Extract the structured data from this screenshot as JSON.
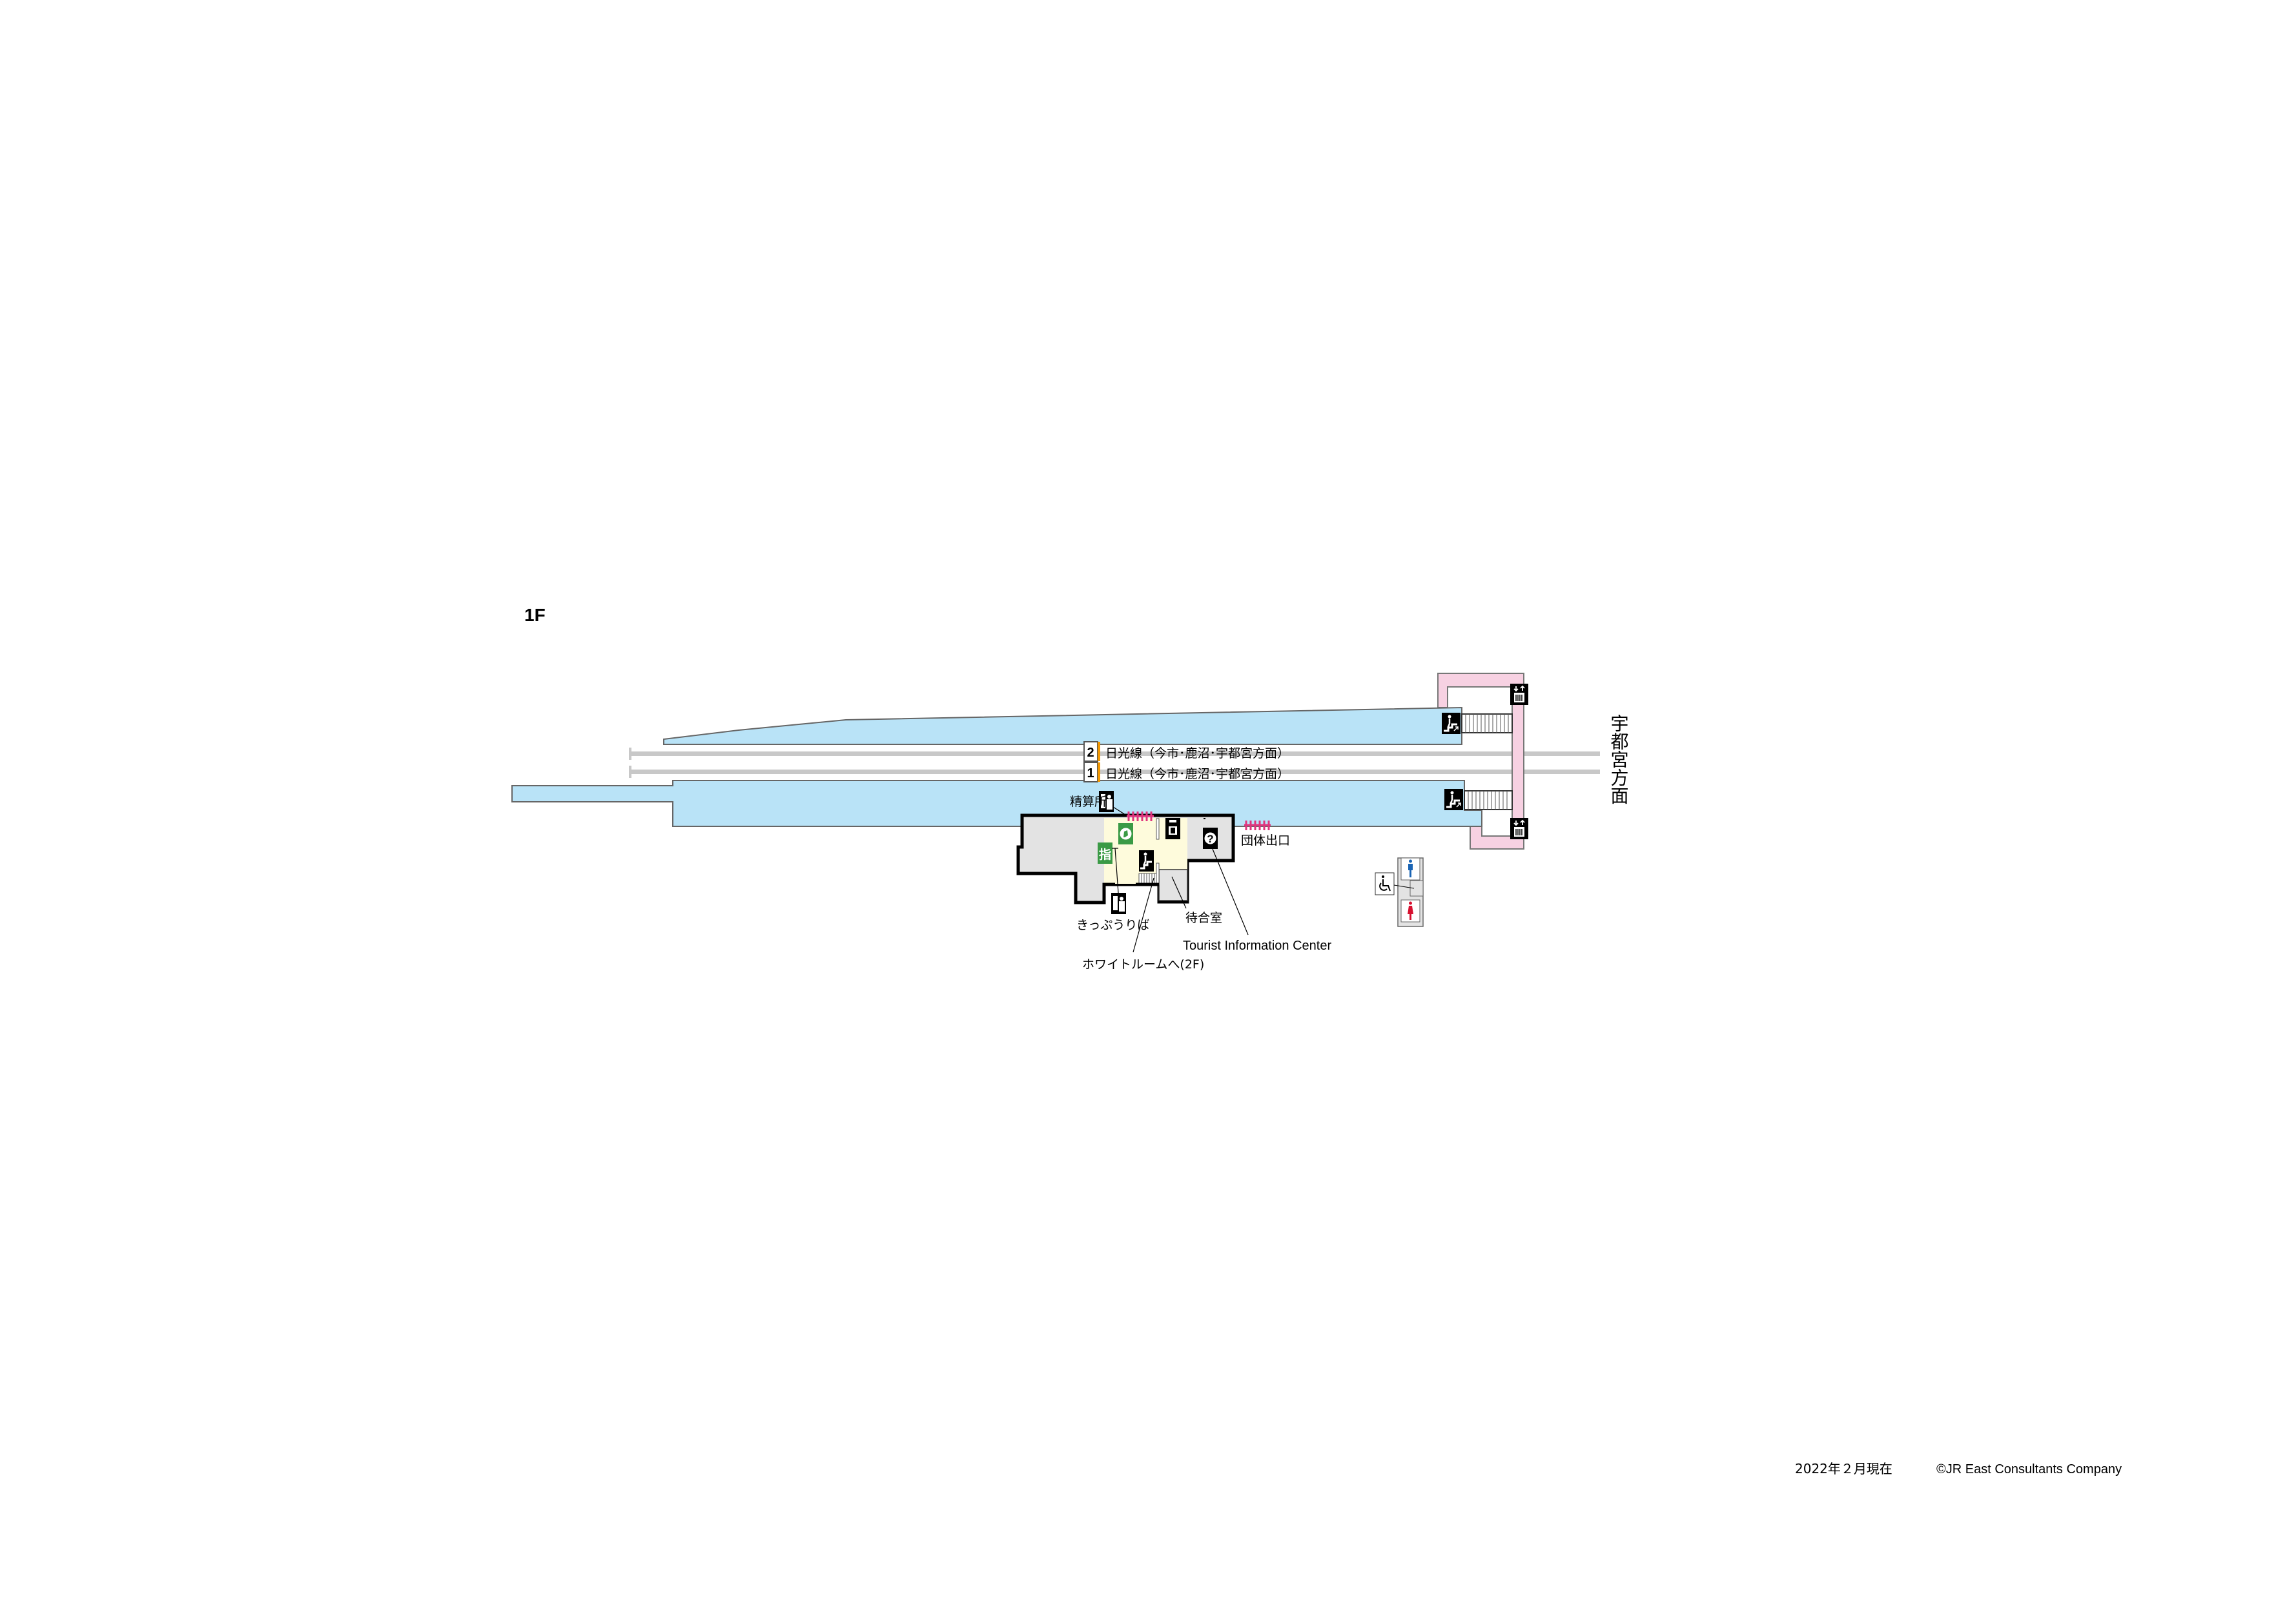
{
  "floor_label": "1F",
  "direction_label": "宇都宮方面",
  "tracks": [
    {
      "number": "2",
      "label": "日光線（今市･鹿沼･宇都宮方面）"
    },
    {
      "number": "1",
      "label": "日光線（今市･鹿沼･宇都宮方面）"
    }
  ],
  "labels": {
    "fare_adjustment": "精算所",
    "ticket_sales": "きっぷうりば",
    "waiting_room": "待合室",
    "white_room": "ホワイトルームへ(2F)",
    "tourist_info": "Tourist Information Center",
    "group_exit": "団体出口"
  },
  "footer": {
    "date": "2022年２月現在",
    "copyright": "©JR East Consultants Company"
  },
  "colors": {
    "platform": "#b9e3f7",
    "bridge": "#f7d1e2",
    "building": "#e3e3e3",
    "concourse": "#fefbdc",
    "gate": "#e0357e",
    "track": "#c8c8c8",
    "line_accent": "#f39800",
    "green_icon": "#3a9a45",
    "men": "#1a64b4",
    "women": "#d7102f"
  }
}
